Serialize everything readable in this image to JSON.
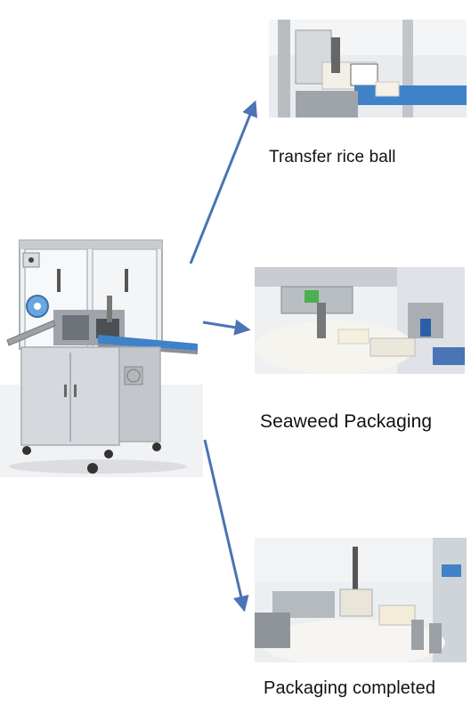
{
  "steps": [
    {
      "caption": "Transfer rice ball"
    },
    {
      "caption": "Seaweed Packaging"
    },
    {
      "caption": "Packaging completed"
    }
  ],
  "colors": {
    "arrow": "#4a74b4",
    "conveyor_blue": "#3f82c8",
    "machine_gray": "#d5d8dc",
    "frame_silver": "#b9bec4"
  }
}
